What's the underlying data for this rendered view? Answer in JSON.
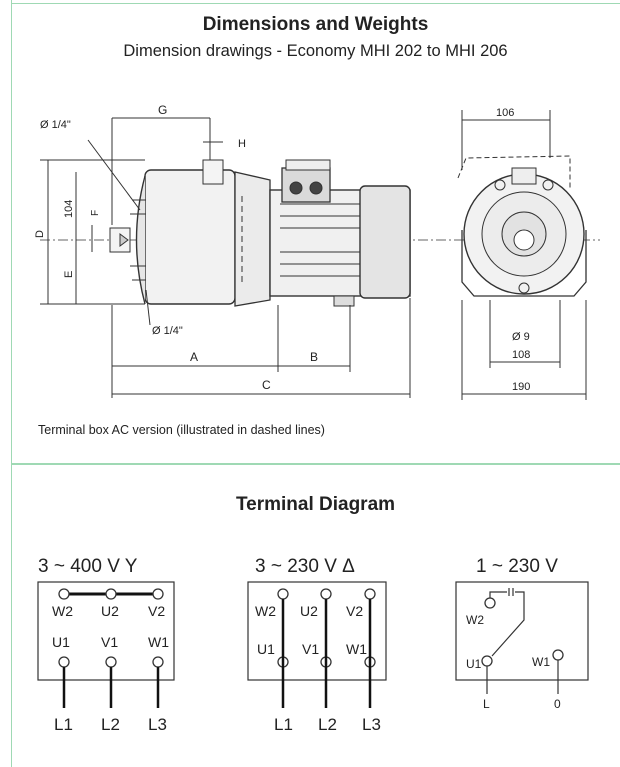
{
  "header": {
    "title": "Dimensions and Weights",
    "subtitle": "Dimension drawings - Economy MHI 202 to MHI 206"
  },
  "drawing": {
    "labels": {
      "g": "G",
      "h": "H",
      "f": "F",
      "d": "D",
      "e": "E",
      "a": "A",
      "b": "B",
      "c": "C",
      "dim_104": "104",
      "dim_106": "106",
      "dim_108": "108",
      "dim_190": "190",
      "dia_9": "Ø 9",
      "port_top": "Ø 1/4\"",
      "port_bottom": "Ø 1/4\""
    },
    "caption": "Terminal box AC version (illustrated in dashed lines)"
  },
  "terminal": {
    "title": "Terminal Diagram",
    "diagrams": [
      {
        "heading": "3 ~ 400 V Y",
        "terminals_top": [
          "W2",
          "U2",
          "V2"
        ],
        "terminals_bottom": [
          "U1",
          "V1",
          "W1"
        ],
        "lines": [
          "L1",
          "L2",
          "L3"
        ]
      },
      {
        "heading": "3 ~ 230 V Δ",
        "terminals_top": [
          "W2",
          "U2",
          "V2"
        ],
        "terminals_bottom": [
          "U1",
          "V1",
          "W1"
        ],
        "lines": [
          "L1",
          "L2",
          "L3"
        ]
      },
      {
        "heading": "1 ~ 230 V",
        "terminals": [
          "W2",
          "U1",
          "W1"
        ],
        "lines": [
          "L",
          "0"
        ]
      }
    ]
  }
}
